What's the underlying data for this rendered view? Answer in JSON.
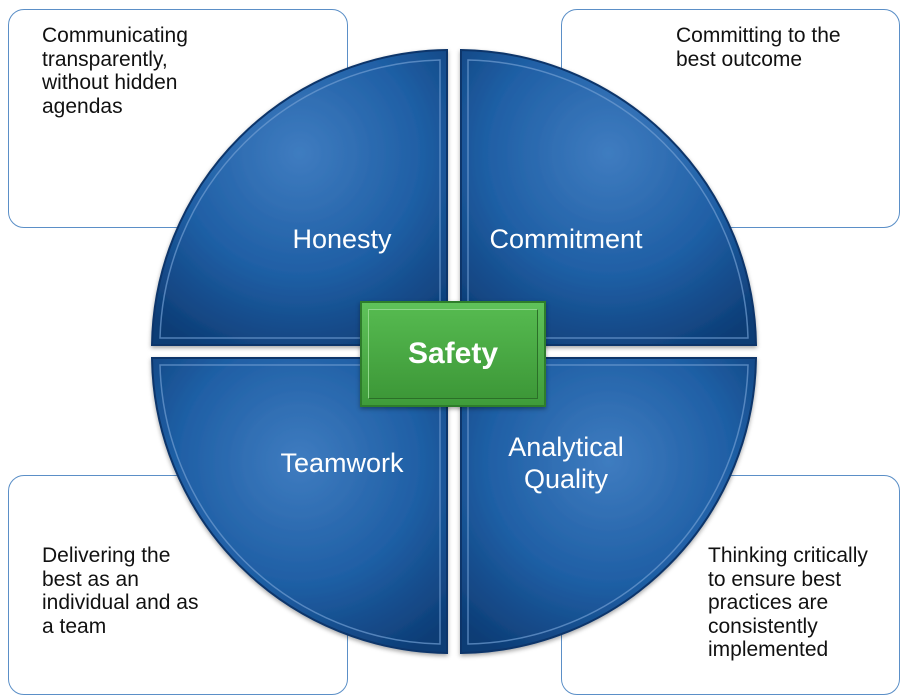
{
  "center": {
    "label": "Safety"
  },
  "quadrants": [
    {
      "id": "honesty",
      "label": "Honesty",
      "description": "Communicating\ntransparently,\nwithout hidden\nagendas"
    },
    {
      "id": "commitment",
      "label": "Commitment",
      "description": "Committing to the\nbest outcome"
    },
    {
      "id": "teamwork",
      "label": "Teamwork",
      "description": "Delivering the\nbest as an\nindividual and as\na team"
    },
    {
      "id": "analytical_quality",
      "label_lines": [
        "Analytical",
        "Quality"
      ],
      "description": "Thinking critically\nto ensure best\npractices are\nconsistently\nimplemented"
    }
  ],
  "colors": {
    "quadrant_fill": "#1f5fa5",
    "quadrant_dark": "#0d3c75",
    "quadrant_light": "#4f86c4",
    "callout_border": "#5b8fc7",
    "center_fill": "#4caf50",
    "label_text": "#ffffff"
  }
}
